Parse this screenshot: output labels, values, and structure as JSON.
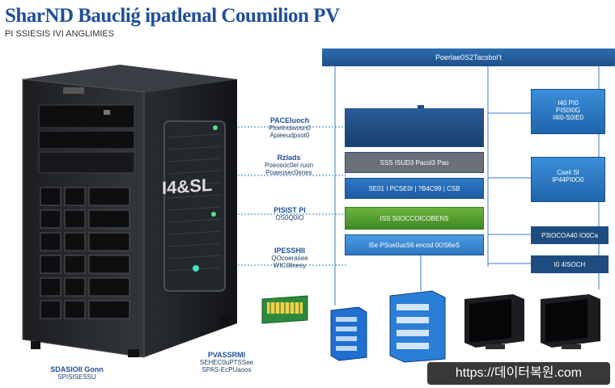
{
  "title": "SharND Baucliǵ ipatlenal Coumilion PV",
  "subtitle": "PI SSIESIS IVI ANGLIMIES",
  "header_bar": "Poerlae0S2Tacsbol’t",
  "left_labels": [
    {
      "head": "PACEIuoch",
      "lines": [
        "Ploelnoiwosn0",
        "Apieeudpsot0"
      ]
    },
    {
      "head": "Rzlads",
      "lines": [
        "Poeosoc0el ruon",
        "Poaeosec0enes"
      ]
    },
    {
      "head": "PISIST PI",
      "lines": [
        "OS0Q0IO"
      ]
    },
    {
      "head": "IPESSHII",
      "lines": [
        "QOcoerasee",
        "WIC0llnesy"
      ]
    }
  ],
  "bottom_labels": [
    {
      "head": "SDASIOII Gonn",
      "lines": [
        "SPISISESSU"
      ]
    },
    {
      "head": "PVASSRMI",
      "lines": [
        "SEHEC0uPTSSee",
        "SPAS-EcPUaoos"
      ]
    }
  ],
  "rack_rows": [
    {
      "label": "",
      "color": "dark_blue",
      "lines": []
    },
    {
      "label": "SSS ISUD3 Pacol3 Pao",
      "color": "gray",
      "lines": []
    },
    {
      "label": "SE01  I PCSE0I  |  ?B4C99  |  CSB",
      "color": "blue",
      "lines": []
    },
    {
      "label": "ISS S0OCCOICOBENS",
      "color": "green",
      "lines": []
    },
    {
      "label": "I5e PSoe0usS6 encod 0OS6eS",
      "color": "light_blue",
      "lines": []
    }
  ],
  "right_boxes": [
    {
      "label": "I40 PI0",
      "lines": [
        "PIS0I0G",
        "I4I0-S0IE0"
      ]
    },
    {
      "label": "Cseil SI",
      "lines": [
        "IP44PI0O0"
      ]
    },
    {
      "label": "P3IOCOA40 IO0Ca",
      "lines": []
    },
    {
      "label": "I0 4ISOCH",
      "lines": []
    }
  ],
  "server_text": "I4&SL",
  "watermark": "https://데이터복원.com",
  "colors": {
    "title": "#1f4f9a",
    "dark_blue": "#1e4c80",
    "gray": "#6a6f78",
    "blue": "#2064b0",
    "green": "#4f9a2c",
    "light_blue": "#3f8dd8",
    "panel_blue": "#2a78c6"
  },
  "icons": [
    "server-tower-icon",
    "cloud-server-icon",
    "rack-server-icon",
    "monitor-icon",
    "circuit-board-icon"
  ]
}
